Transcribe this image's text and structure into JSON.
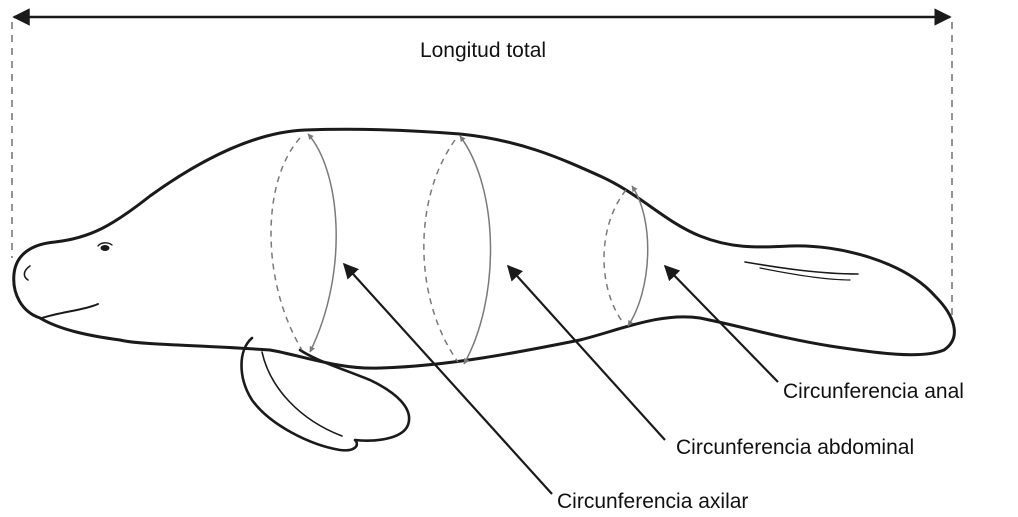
{
  "diagram": {
    "total_length_label": "Longitud total",
    "labels": {
      "anal": "Circunferencia anal",
      "abdominal": "Circunferencia abdominal",
      "axillary": "Circunferencia axilar"
    },
    "colors": {
      "outline": "#1a1a1a",
      "measurement_line": "#7a7a7a",
      "dashed_guide": "#7a7a7a",
      "background": "#ffffff"
    }
  }
}
